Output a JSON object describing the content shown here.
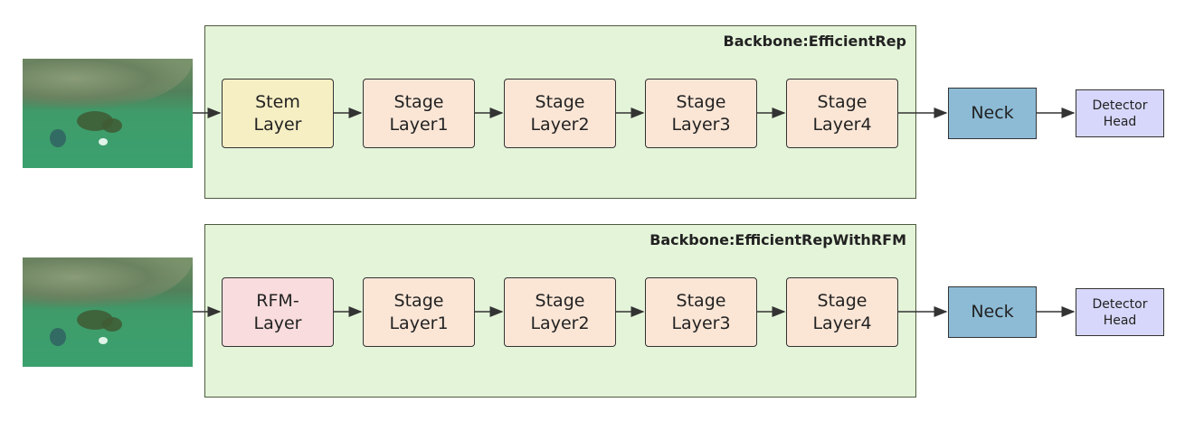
{
  "colors": {
    "backbone_fill": "#e4f4d9",
    "stem_fill": "#f6efc4",
    "rfm_fill": "#f9dcdd",
    "stage_fill": "#fbe6d6",
    "neck_fill": "#8dbbd6",
    "detector_fill": "#d7d7fb"
  },
  "rows": [
    {
      "backbone_title": "Backbone:EfficientRep",
      "first_block": "Stem\nLayer",
      "stages": [
        "Stage\nLayer1",
        "Stage\nLayer2",
        "Stage\nLayer3",
        "Stage\nLayer4"
      ],
      "neck": "Neck",
      "detector": "Detector\nHead"
    },
    {
      "backbone_title": "Backbone:EfficientRepWithRFM",
      "first_block": "RFM-\nLayer",
      "stages": [
        "Stage\nLayer1",
        "Stage\nLayer2",
        "Stage\nLayer3",
        "Stage\nLayer4"
      ],
      "neck": "Neck",
      "detector": "Detector\nHead"
    }
  ]
}
